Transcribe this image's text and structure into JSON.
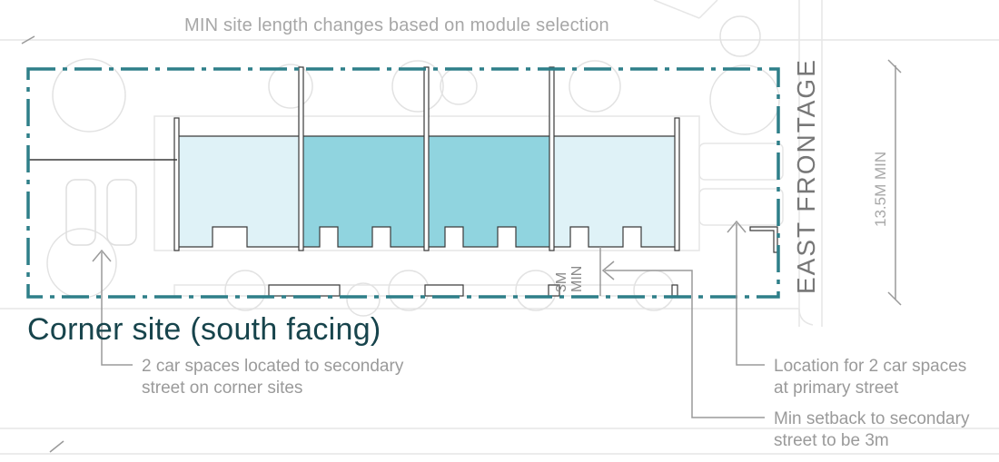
{
  "diagram": {
    "title": "Corner site (south facing)",
    "top_dimension": "MIN site length changes based on module selection",
    "frontage_label": "EAST FRONTAGE",
    "depth_dimension": "13.5M MIN",
    "setback_dimension": {
      "line1": "3M",
      "line2": "MIN"
    },
    "notes": {
      "corner_car_spaces": {
        "line1": "2 car spaces located to secondary",
        "line2": "street on corner sites"
      },
      "primary_car_spaces": {
        "line1": "Location for 2 car spaces",
        "line2": "at primary street"
      },
      "setback": {
        "line1": "Min setback to secondary",
        "line2": "street to be 3m"
      }
    },
    "colors": {
      "site_boundary": "#2e7f89",
      "module_light": "#dff2f7",
      "module_dark": "#90d4df",
      "title": "#17444c",
      "annotation": "#9a9a9a",
      "background_linework": "#e4e4e4"
    }
  }
}
